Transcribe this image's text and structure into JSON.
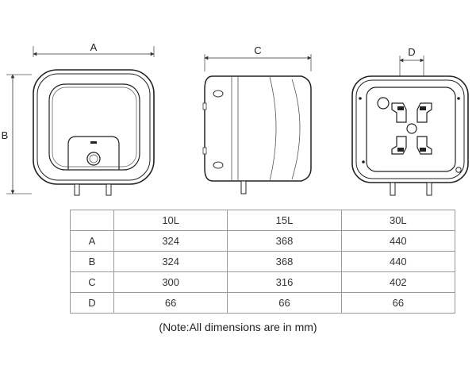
{
  "dimension_labels": {
    "a": "A",
    "b": "B",
    "c": "C",
    "d": "D"
  },
  "table": {
    "columns": [
      "",
      "10L",
      "15L",
      "30L"
    ],
    "rows": [
      {
        "label": "A",
        "values": [
          "324",
          "368",
          "440"
        ]
      },
      {
        "label": "B",
        "values": [
          "324",
          "368",
          "440"
        ]
      },
      {
        "label": "C",
        "values": [
          "300",
          "316",
          "402"
        ]
      },
      {
        "label": "D",
        "values": [
          "66",
          "66",
          "66"
        ]
      }
    ]
  },
  "note": "(Note:All dimensions are in mm)"
}
